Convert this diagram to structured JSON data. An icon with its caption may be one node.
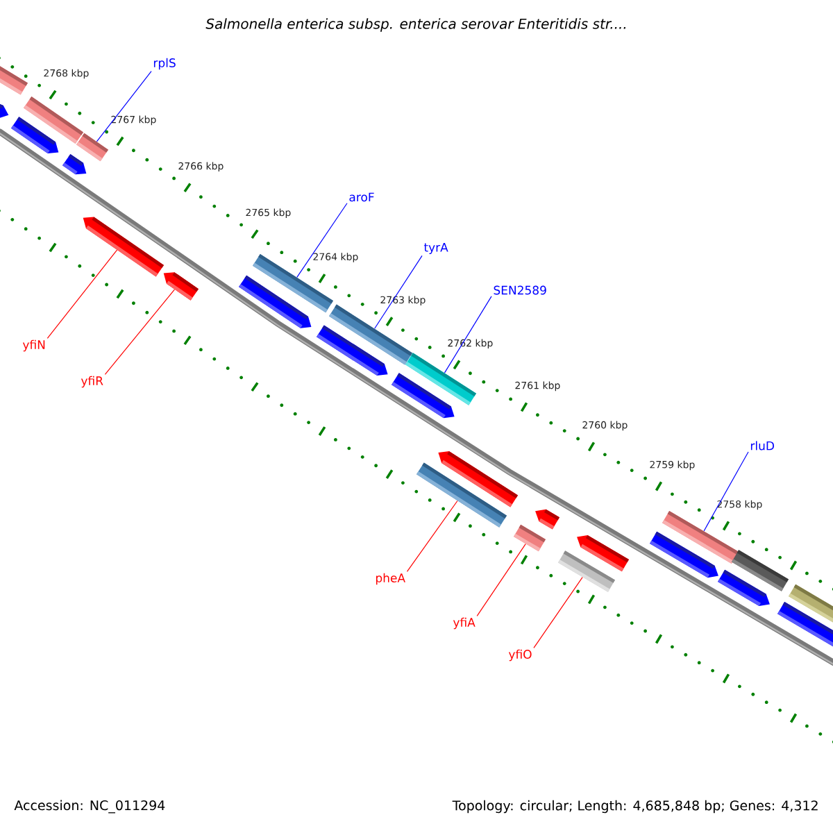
{
  "diagram": {
    "title": "Salmonella enterica subsp. enterica serovar Enteritidis str....",
    "nodes": [
      {
        "text": [
          "rplS"
        ]
      },
      {
        "text": [
          "aroF"
        ]
      },
      {
        "text": [
          "tyrA"
        ]
      },
      {
        "text": [
          "SEN2589"
        ]
      },
      {
        "text": [
          "yfiN"
        ]
      },
      {
        "text": [
          "yfiR"
        ]
      },
      {
        "text": [
          "rluD"
        ]
      },
      {
        "text": [
          "pheA"
        ]
      },
      {
        "text": [
          "yfiA"
        ]
      },
      {
        "text": [
          "yfiO"
        ]
      },
      {
        "text": [],
        "shape": "bar"
      },
      {
        "text": [],
        "shape": "bar"
      },
      {
        "text": [],
        "shape": "bar"
      },
      {
        "text": [],
        "shape": "bar"
      },
      {
        "text": [],
        "shape": "bar"
      },
      {
        "text": [],
        "shape": "bar"
      },
      {
        "text": [],
        "shape": "bar"
      },
      {
        "text": [],
        "shape": "bar"
      },
      {
        "text": [],
        "shape": "bar"
      },
      {
        "text": [],
        "shape": "bar"
      }
    ],
    "edges": [
      {
        "from": 0,
        "to": 10,
        "arrow": "none"
      },
      {
        "from": 1,
        "to": 11,
        "arrow": "none"
      },
      {
        "from": 2,
        "to": 12,
        "arrow": "none"
      },
      {
        "from": 3,
        "to": 13,
        "arrow": "none"
      },
      {
        "from": 4,
        "to": 14,
        "arrow": "none",
        "color": "#ff0000"
      },
      {
        "from": 5,
        "to": 15,
        "arrow": "none",
        "color": "#ff0000"
      },
      {
        "from": 6,
        "to": 16,
        "arrow": "none"
      },
      {
        "from": 7,
        "to": 17,
        "arrow": "none",
        "color": "#ff0000"
      },
      {
        "from": 8,
        "to": 18,
        "arrow": "none",
        "color": "#ff0000"
      },
      {
        "from": 9,
        "to": 19,
        "arrow": "none",
        "color": "#ff0000"
      }
    ],
    "labels": [
      "2768 kbp",
      "2767 kbp",
      "2766 kbp",
      "2765 kbp",
      "2764 kbp",
      "2763 kbp",
      "2762 kbp",
      "2761 kbp",
      "2760 kbp",
      "2759 kbp",
      "2758 kbp",
      "Accession: NC_011294",
      "Topology: circular; Length: 4,685,848 bp; Genes: 4,312"
    ]
  }
}
